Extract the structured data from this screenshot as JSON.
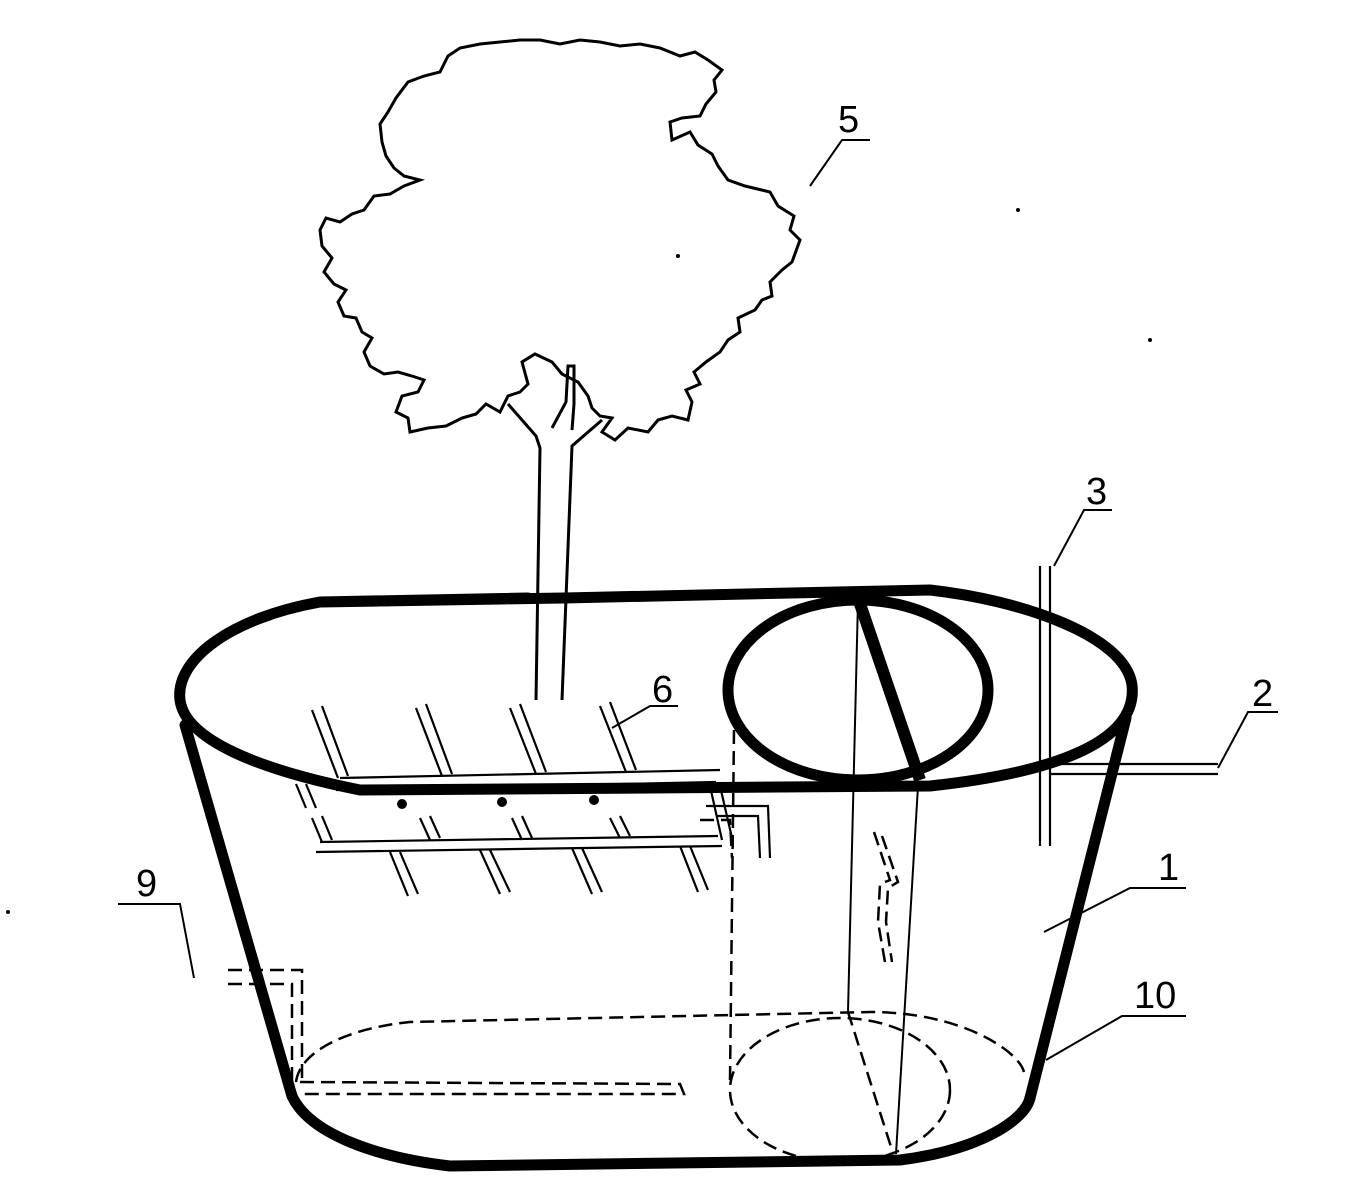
{
  "labels": {
    "l1": "1",
    "l2": "2",
    "l3": "3",
    "l5": "5",
    "l6": "6",
    "l9": "9",
    "l10": "10"
  },
  "colors": {
    "stroke": "#000000",
    "background": "#ffffff"
  }
}
